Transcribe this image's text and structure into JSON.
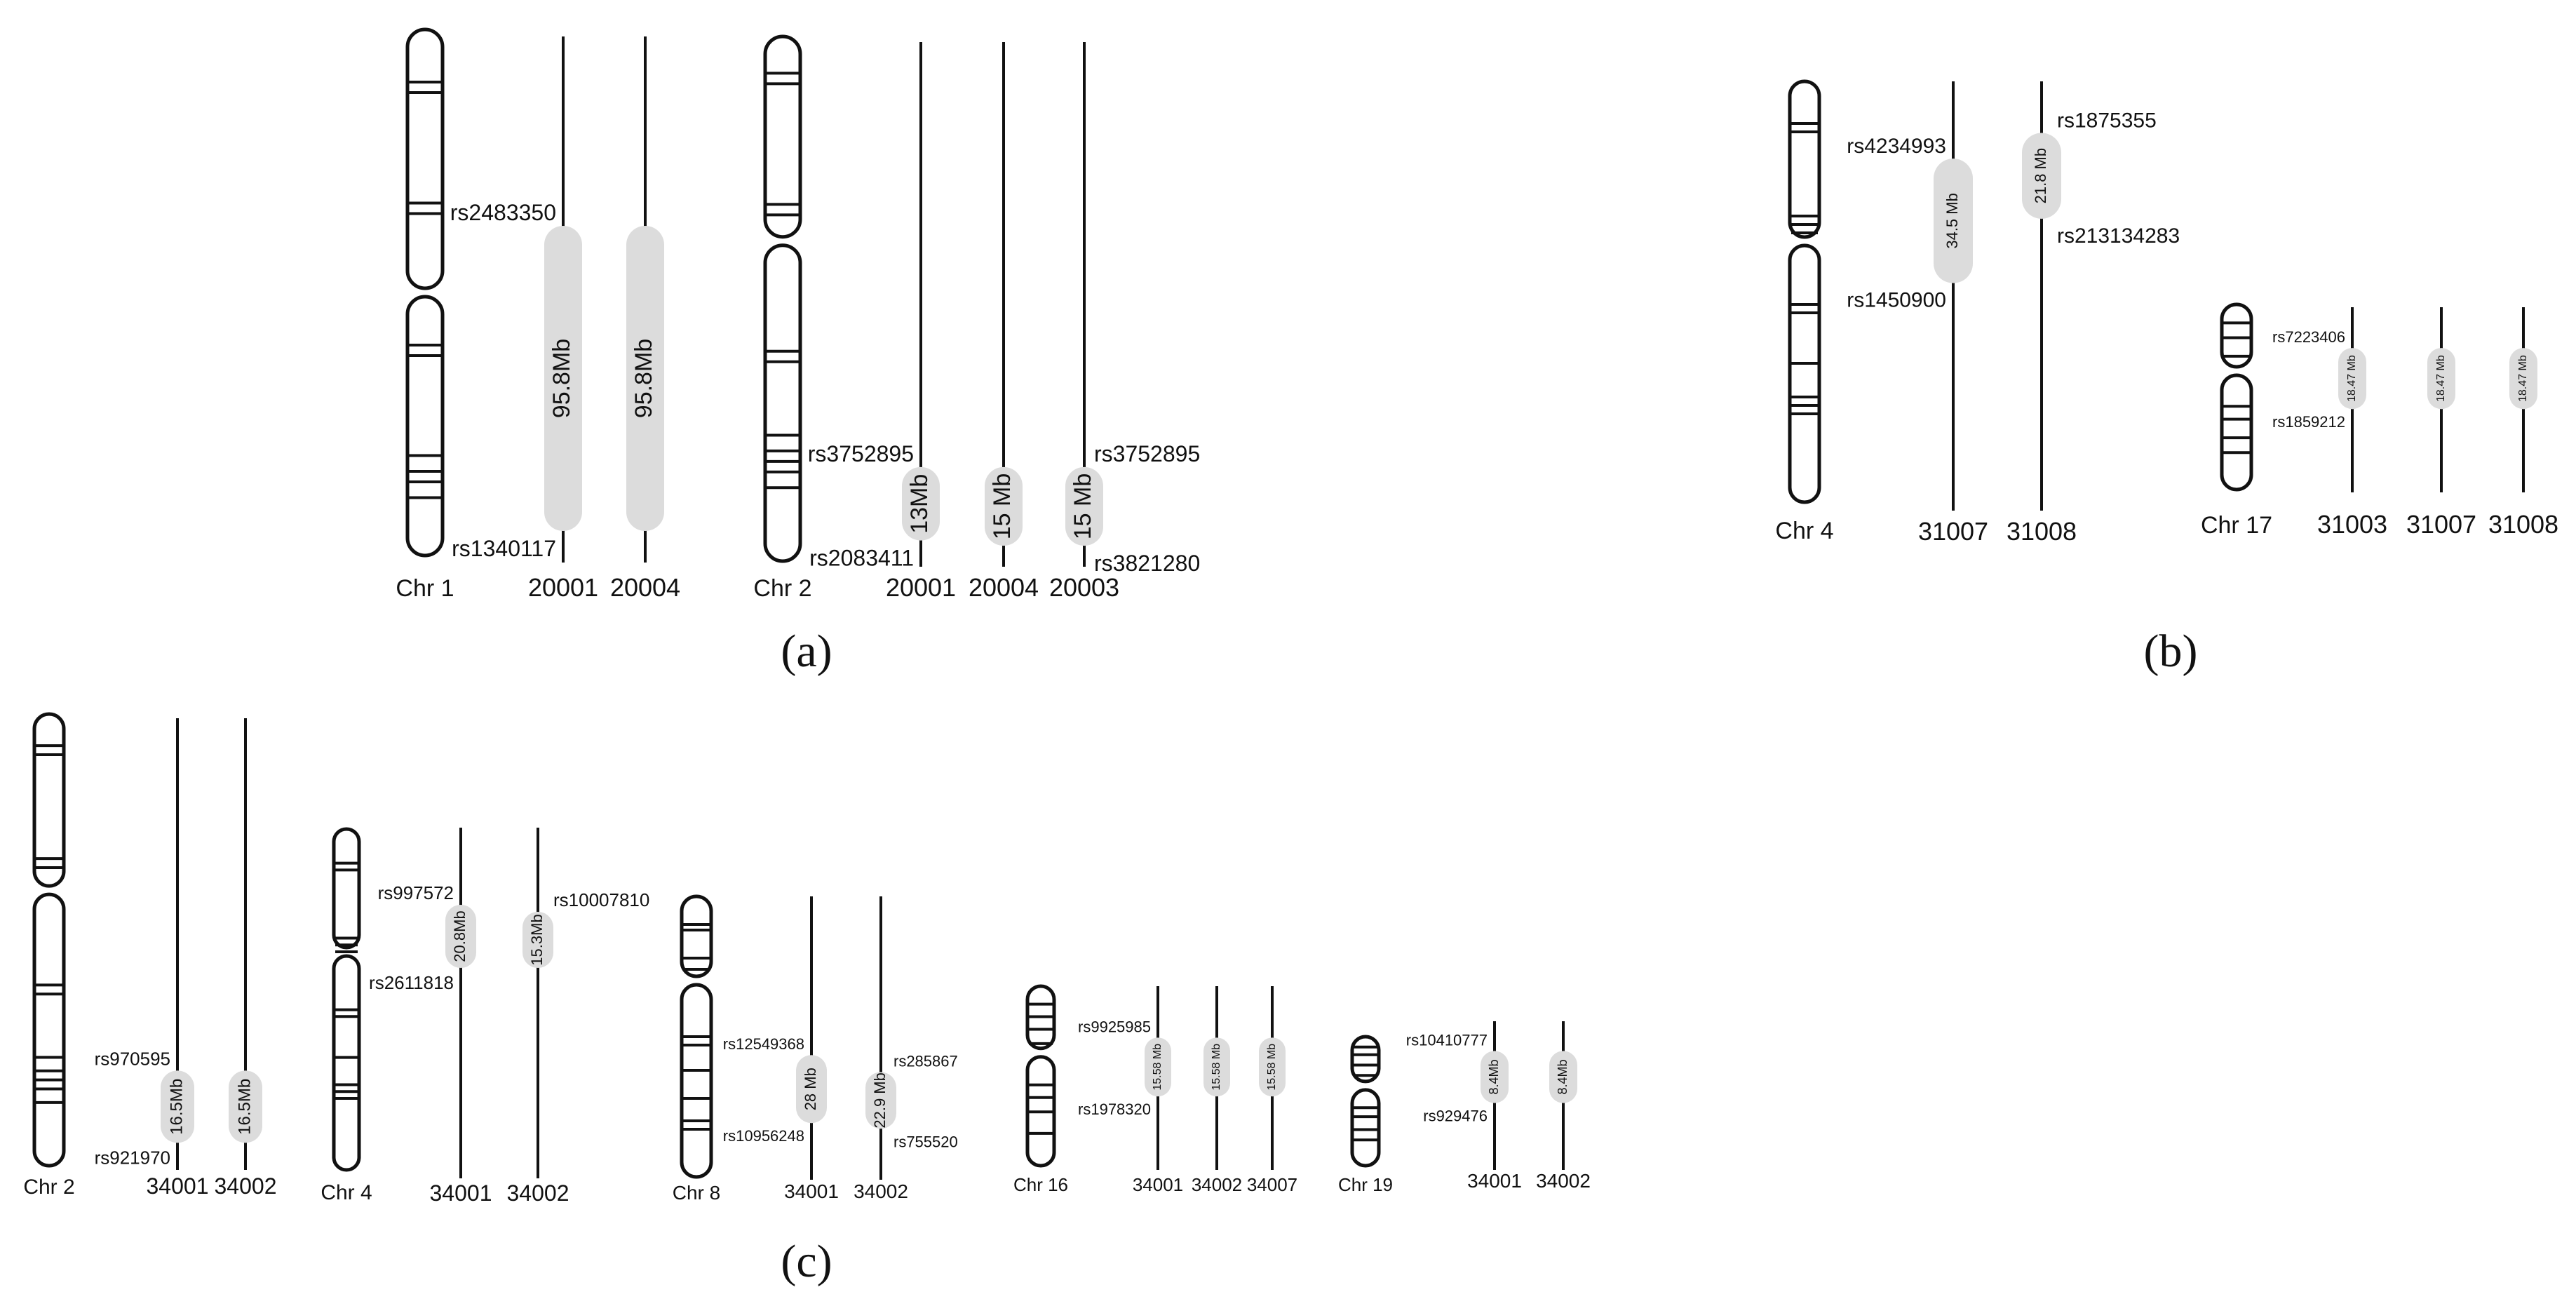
{
  "colors": {
    "outline": "#111111",
    "region_fill": "#dcdcdc",
    "background": "#ffffff"
  },
  "panels": [
    {
      "label": "a",
      "groups": [
        {
          "chromosome": "Chr 1",
          "bands": [
            0.1,
            0.12,
            0.33,
            0.35,
            0.6,
            0.62,
            0.81,
            0.84,
            0.86,
            0.89
          ],
          "centromere": 0.5,
          "samples": [
            {
              "id": "20001",
              "region_label": "95.8Mb",
              "start": 0.36,
              "end": 0.94,
              "top_marker": "rs2483350",
              "bottom_marker": "rs1340117"
            },
            {
              "id": "20004",
              "region_label": "95.8Mb",
              "start": 0.36,
              "end": 0.94
            }
          ]
        },
        {
          "chromosome": "Chr 2",
          "bands": [
            0.07,
            0.09,
            0.32,
            0.34,
            0.6,
            0.62,
            0.76,
            0.79,
            0.81,
            0.83,
            0.86
          ],
          "centromere": 0.39,
          "samples": [
            {
              "id": "20001",
              "region_label": "13Mb",
              "start": 0.81,
              "end": 0.95,
              "top_marker": "rs3752895",
              "bottom_marker": "rs2083411"
            },
            {
              "id": "20004",
              "region_label": "15 Mb",
              "start": 0.81,
              "end": 0.96
            },
            {
              "id": "20003",
              "region_label": "15 Mb",
              "start": 0.81,
              "end": 0.96,
              "top_marker": "rs3752895",
              "bottom_marker": "rs3821280"
            }
          ]
        }
      ]
    },
    {
      "label": "b",
      "groups": [
        {
          "chromosome": "Chr 4",
          "bands": [
            0.1,
            0.12,
            0.32,
            0.34,
            0.36,
            0.53,
            0.55,
            0.67,
            0.75,
            0.77,
            0.79
          ],
          "centromere": 0.38,
          "samples": [
            {
              "id": "31007",
              "region_label": "34.5 Mb",
              "start": 0.18,
              "end": 0.47,
              "top_marker": "rs4234993",
              "bottom_marker": "rs1450900"
            },
            {
              "id": "31008",
              "region_label": "21.8 Mb",
              "start": 0.12,
              "end": 0.32,
              "top_marker": "rs1875355",
              "bottom_marker": "rs213134283"
            }
          ]
        },
        {
          "chromosome": "Chr 17",
          "bands": [
            0.1,
            0.18,
            0.28,
            0.55,
            0.62,
            0.72,
            0.8
          ],
          "centromere": 0.36,
          "samples": [
            {
              "id": "31003",
              "region_label": "18.47 Mb",
              "start": 0.22,
              "end": 0.55,
              "top_marker": "rs7223406",
              "bottom_marker": "rs1859212"
            },
            {
              "id": "31007",
              "region_label": "18.47 Mb",
              "start": 0.22,
              "end": 0.55
            },
            {
              "id": "31008",
              "region_label": "18.47 Mb",
              "start": 0.22,
              "end": 0.55
            }
          ]
        }
      ]
    },
    {
      "label": "c",
      "groups": [
        {
          "chromosome": "Chr 2",
          "bands": [
            0.07,
            0.09,
            0.32,
            0.34,
            0.6,
            0.62,
            0.76,
            0.79,
            0.81,
            0.83,
            0.86
          ],
          "centromere": 0.39,
          "samples": [
            {
              "id": "34001",
              "region_label": "16.5Mb",
              "start": 0.78,
              "end": 0.94,
              "top_marker": "rs970595",
              "bottom_marker": "rs921970"
            },
            {
              "id": "34002",
              "region_label": "16.5Mb",
              "start": 0.78,
              "end": 0.94
            }
          ]
        },
        {
          "chromosome": "Chr 4",
          "bands": [
            0.1,
            0.12,
            0.32,
            0.34,
            0.36,
            0.53,
            0.55,
            0.67,
            0.75,
            0.77,
            0.79
          ],
          "centromere": 0.36,
          "samples": [
            {
              "id": "34001",
              "region_label": "20.8Mb",
              "start": 0.22,
              "end": 0.4,
              "top_marker": "rs997572",
              "bottom_marker": "rs2611818"
            },
            {
              "id": "34002",
              "region_label": "15.3Mb",
              "start": 0.24,
              "end": 0.4,
              "top_marker": "rs10007810"
            }
          ]
        },
        {
          "chromosome": "Chr 8",
          "bands": [
            0.1,
            0.12,
            0.22,
            0.26,
            0.5,
            0.53,
            0.62,
            0.72,
            0.8,
            0.83
          ],
          "centromere": 0.3,
          "samples": [
            {
              "id": "34001",
              "region_label": "28 Mb",
              "start": 0.56,
              "end": 0.8,
              "top_marker": "rs12549368",
              "bottom_marker": "rs10956248"
            },
            {
              "id": "34002",
              "region_label": "22.9 Mb",
              "start": 0.62,
              "end": 0.82,
              "top_marker": "rs285867",
              "bottom_marker": "rs755520"
            }
          ]
        }
      ]
    },
    {
      "label": "",
      "groups": [
        {
          "chromosome": "Chr 16",
          "bands": [
            0.1,
            0.17,
            0.24,
            0.32,
            0.55,
            0.62,
            0.7,
            0.82
          ],
          "centromere": 0.37,
          "samples": [
            {
              "id": "34001",
              "region_label": "15.58 Mb",
              "start": 0.28,
              "end": 0.6,
              "top_marker": "rs9925985",
              "bottom_marker": "rs1978320"
            },
            {
              "id": "34002",
              "region_label": "15.58 Mb",
              "start": 0.28,
              "end": 0.6
            },
            {
              "id": "34007",
              "region_label": "15.58 Mb",
              "start": 0.28,
              "end": 0.6
            }
          ]
        },
        {
          "chromosome": "Chr 19",
          "bands": [
            0.08,
            0.14,
            0.22,
            0.3,
            0.55,
            0.62,
            0.72,
            0.8
          ],
          "centromere": 0.38,
          "samples": [
            {
              "id": "34001",
              "region_label": "8.4Mb",
              "start": 0.2,
              "end": 0.55,
              "top_marker": "rs10410777",
              "bottom_marker": "rs929476"
            },
            {
              "id": "34002",
              "region_label": "8.4Mb",
              "start": 0.2,
              "end": 0.55
            }
          ]
        }
      ]
    }
  ],
  "panel_labels": {
    "a": "(a)",
    "b": "(b)",
    "c": "(c)"
  }
}
